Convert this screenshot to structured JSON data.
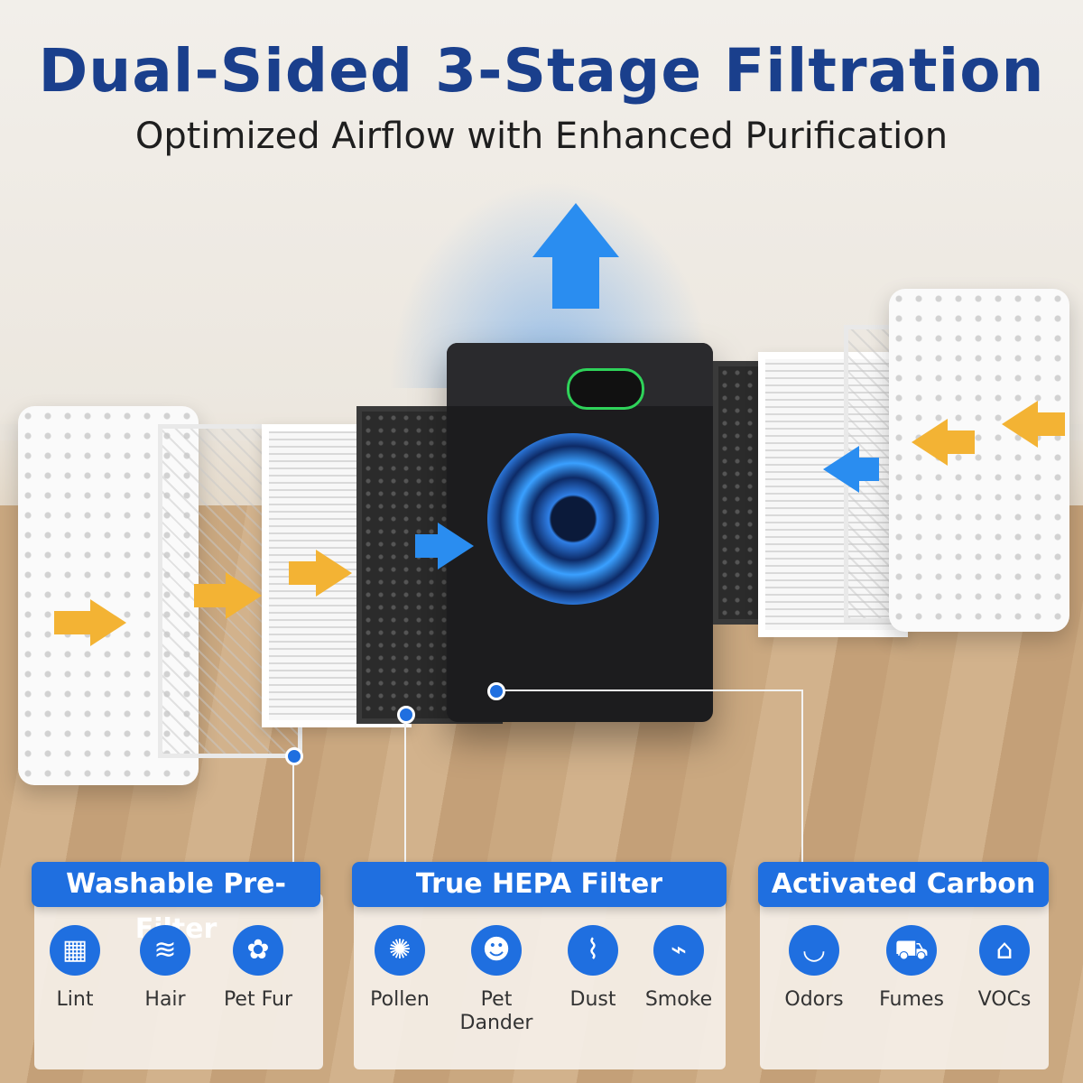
{
  "header": {
    "title": "Dual-Sided 3-Stage Filtration",
    "subtitle": "Optimized Airflow with Enhanced Purification"
  },
  "colors": {
    "title": "#1a3f8c",
    "accent_blue": "#1f6fe0",
    "arrow_orange": "#f3b334",
    "display_ring": "#2fd35a"
  },
  "cards": [
    {
      "title": "Washable Pre-Filter",
      "items": [
        {
          "icon": "mesh-icon",
          "label": "Lint"
        },
        {
          "icon": "hair-icon",
          "label": "Hair"
        },
        {
          "icon": "paw-icon",
          "label": "Pet Fur"
        }
      ]
    },
    {
      "title": "True HEPA Filter",
      "items": [
        {
          "icon": "pollen-icon",
          "label": "Pollen"
        },
        {
          "icon": "dog-icon",
          "label": "Pet Dander"
        },
        {
          "icon": "broom-icon",
          "label": "Dust"
        },
        {
          "icon": "cigarette-icon",
          "label": "Smoke"
        }
      ]
    },
    {
      "title": "Activated Carbon",
      "items": [
        {
          "icon": "bowl-icon",
          "label": "Odors"
        },
        {
          "icon": "truck-icon",
          "label": "Fumes"
        },
        {
          "icon": "factory-icon",
          "label": "VOCs"
        }
      ]
    }
  ]
}
